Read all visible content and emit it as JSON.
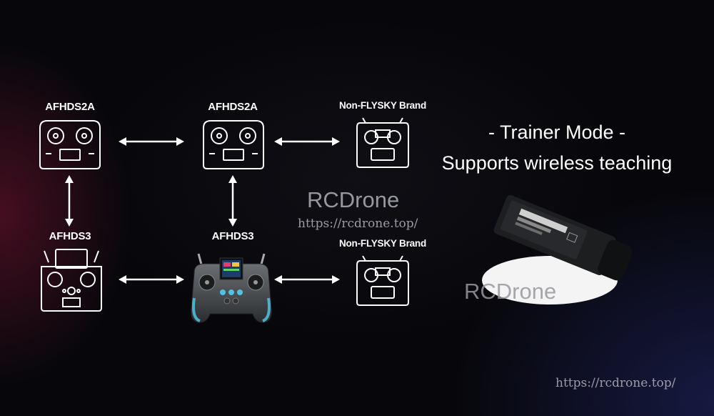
{
  "nodes": {
    "top_left": {
      "label": "AFHDS2A"
    },
    "top_center": {
      "label": "AFHDS2A"
    },
    "top_right": {
      "label": "Non-FLYSKY Brand"
    },
    "bottom_left": {
      "label": "AFHDS3"
    },
    "bottom_center": {
      "label": "AFHDS3"
    },
    "bottom_right": {
      "label": "Non-FLYSKY Brand"
    }
  },
  "headline": {
    "title": "- Trainer Mode -",
    "subtitle": "Supports wireless teaching"
  },
  "watermark": {
    "brand": "RCDrone",
    "url": "https://rcdrone.top/"
  },
  "colors": {
    "background": "#07070b",
    "outline": "#ffffff",
    "accent_glow": "#4fc3e0"
  }
}
